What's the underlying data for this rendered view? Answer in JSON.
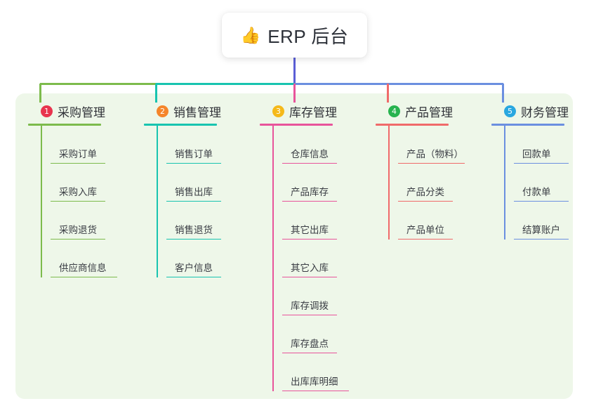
{
  "root": {
    "emoji": "👍",
    "emoji_name": "thumbs-up-icon",
    "title": "ERP 后台"
  },
  "colors": {
    "panel_bg": "#eef7e9",
    "card_bg": "#ffffff",
    "root_connector": "#5b5fd6",
    "col1_line": "#7dbb4c",
    "col2_line": "#18c4b0",
    "col3_line": "#e8549b",
    "col4_line": "#f06a6a",
    "col5_line": "#6b8fe0",
    "badge1": "#e8344e",
    "badge2": "#f5852a",
    "badge3": "#f5b91a",
    "badge4": "#27b34f",
    "badge5": "#29a7e0"
  },
  "columns": [
    {
      "number": "1",
      "title": "采购管理",
      "badge_color": "#e8344e",
      "line_color": "#7dbb4c",
      "items": [
        "采购订单",
        "采购入库",
        "采购退货",
        "供应商信息"
      ]
    },
    {
      "number": "2",
      "title": "销售管理",
      "badge_color": "#f5852a",
      "line_color": "#18c4b0",
      "items": [
        "销售订单",
        "销售出库",
        "销售退货",
        "客户信息"
      ]
    },
    {
      "number": "3",
      "title": "库存管理",
      "badge_color": "#f5b91a",
      "line_color": "#e8549b",
      "items": [
        "仓库信息",
        "产品库存",
        "其它出库",
        "其它入库",
        "库存调拨",
        "库存盘点",
        "出库库明细"
      ]
    },
    {
      "number": "4",
      "title": "产品管理",
      "badge_color": "#27b34f",
      "line_color": "#f06a6a",
      "items": [
        "产品（物料）",
        "产品分类",
        "产品单位"
      ]
    },
    {
      "number": "5",
      "title": "财务管理",
      "badge_color": "#29a7e0",
      "line_color": "#6b8fe0",
      "items": [
        "回款单",
        "付款单",
        "结算账户"
      ]
    }
  ],
  "layout": {
    "column_left": [
      40,
      205,
      370,
      535,
      700
    ],
    "column_head_width": [
      104,
      104,
      104,
      104,
      104
    ]
  }
}
